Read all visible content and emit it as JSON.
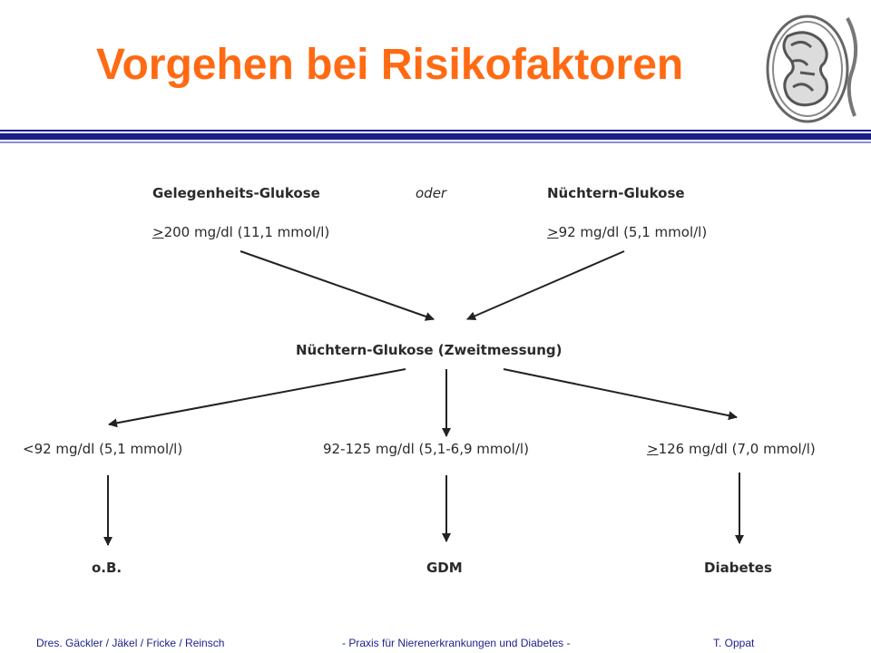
{
  "slide": {
    "title": "Vorgehen bei Risikofaktoren"
  },
  "logo": {
    "icon": "kidney-icon"
  },
  "diagram": {
    "top_left": {
      "label": "Gelegenheits-Glukose",
      "value_prefix": ">",
      "value": "200 mg/dl (11,1 mmol/l)"
    },
    "connector": "oder",
    "top_right": {
      "label": "Nüchtern-Glukose",
      "value_prefix": ">",
      "value": "92 mg/dl (5,1 mmol/l)"
    },
    "middle": {
      "label": "Nüchtern-Glukose (Zweitmessung)"
    },
    "branches": [
      {
        "condition": "<92 mg/dl (5,1 mmol/l)",
        "result": "o.B."
      },
      {
        "condition": "92-125 mg/dl (5,1-6,9 mmol/l)",
        "result": "GDM"
      },
      {
        "condition_prefix": ">",
        "condition": "126 mg/dl (7,0 mmol/l)",
        "result": "Diabetes"
      }
    ]
  },
  "footer": {
    "left": "Dres. Gäckler / Jäkel / Fricke / Reinsch",
    "center": "- Praxis für Nierenerkrankungen und Diabetes -",
    "right": "T. Oppat"
  },
  "colors": {
    "title": "#ff6a13",
    "rule": "#1a1f8c",
    "footer": "#1a1f8c"
  }
}
